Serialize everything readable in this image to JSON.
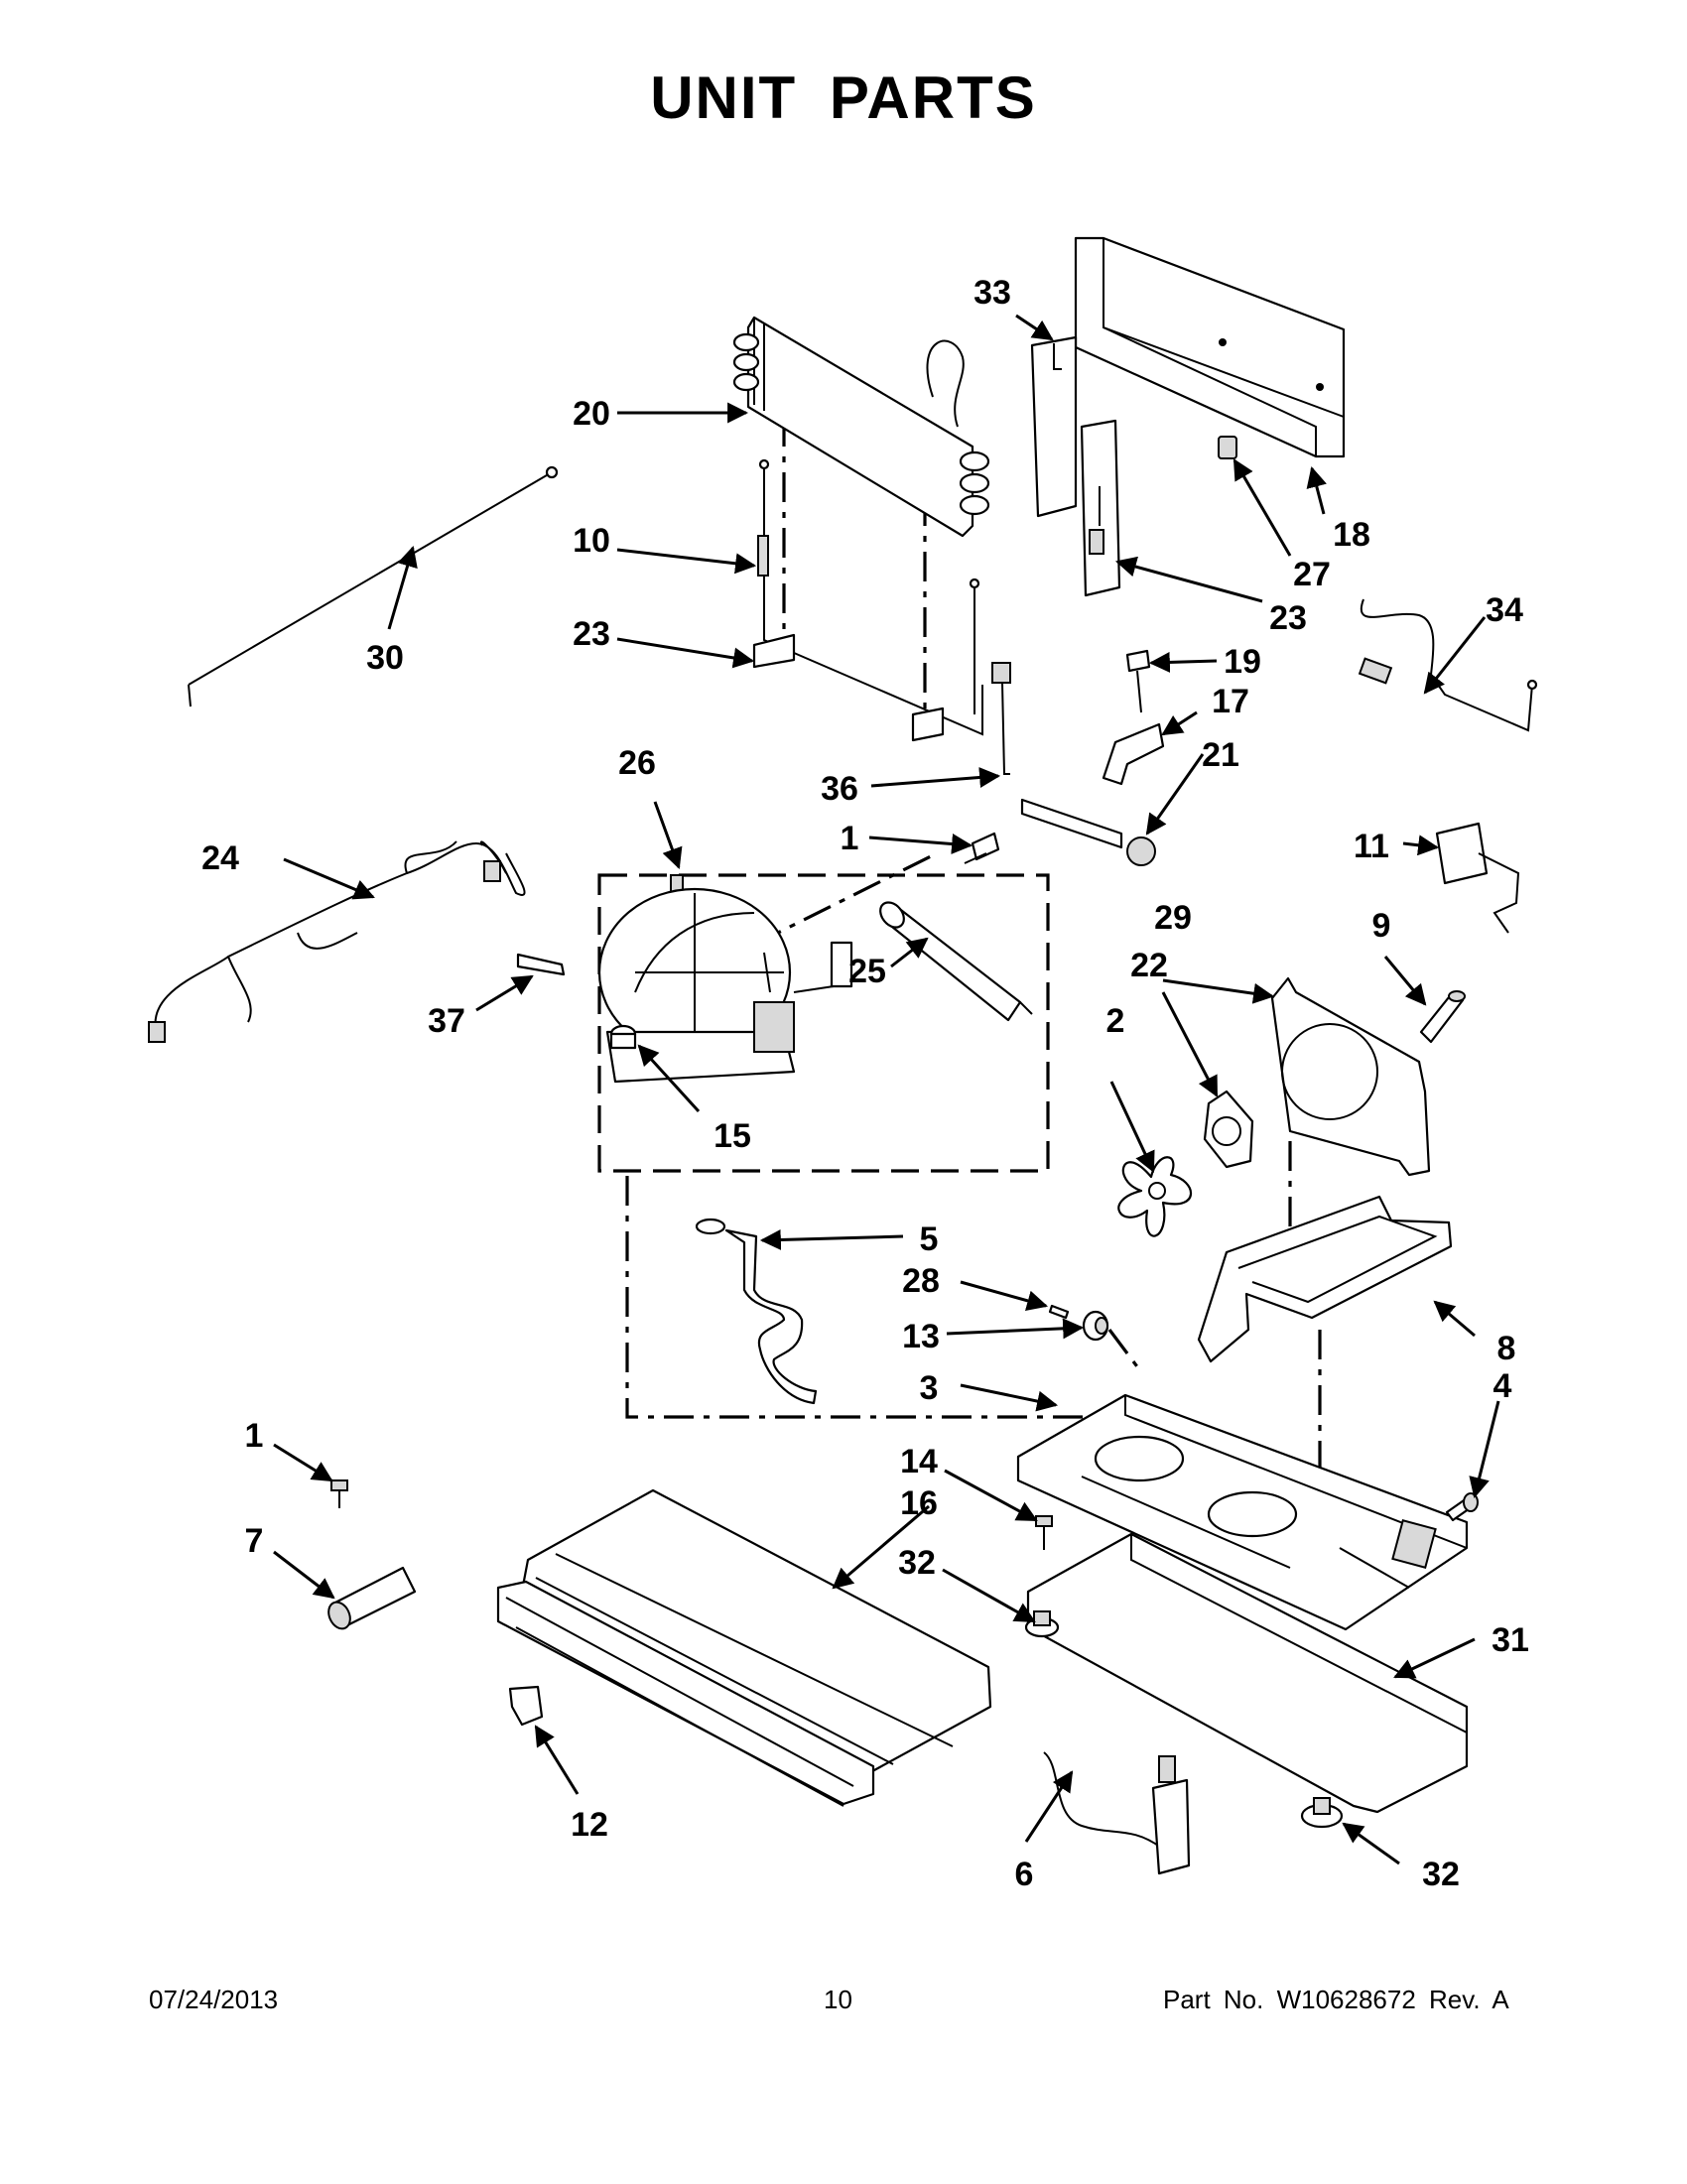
{
  "title": "UNIT PARTS",
  "footer": {
    "date": "07/24/2013",
    "page": "10",
    "part_no": "Part No.  W10628672  Rev.  A"
  },
  "callouts": {
    "c1a": "1",
    "c1b": "1",
    "c2": "2",
    "c3": "3",
    "c4": "4",
    "c5": "5",
    "c6": "6",
    "c7": "7",
    "c8": "8",
    "c9": "9",
    "c10": "10",
    "c11": "11",
    "c12": "12",
    "c13": "13",
    "c14": "14",
    "c15": "15",
    "c16": "16",
    "c17": "17",
    "c18": "18",
    "c19": "19",
    "c20": "20",
    "c21": "21",
    "c22": "22",
    "c23a": "23",
    "c23b": "23",
    "c24": "24",
    "c25": "25",
    "c26": "26",
    "c27": "27",
    "c28": "28",
    "c29": "29",
    "c30": "30",
    "c31": "31",
    "c32a": "32",
    "c32b": "32",
    "c33": "33",
    "c34": "34",
    "c36": "36",
    "c37": "37"
  }
}
